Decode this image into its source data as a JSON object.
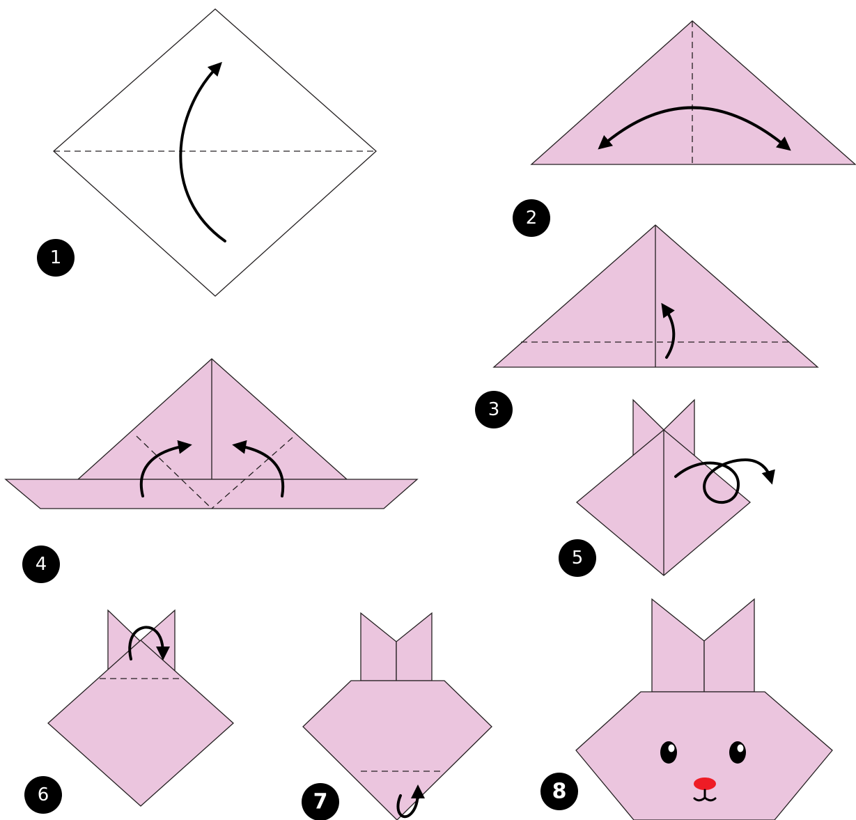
{
  "colors": {
    "paper": "#ebc5de",
    "outline": "#231f20",
    "nose": "#ee1c25",
    "badge": "#000000"
  },
  "steps": [
    {
      "number": "1"
    },
    {
      "number": "2"
    },
    {
      "number": "3"
    },
    {
      "number": "4"
    },
    {
      "number": "5"
    },
    {
      "number": "6"
    },
    {
      "number": "7"
    },
    {
      "number": "8"
    }
  ]
}
